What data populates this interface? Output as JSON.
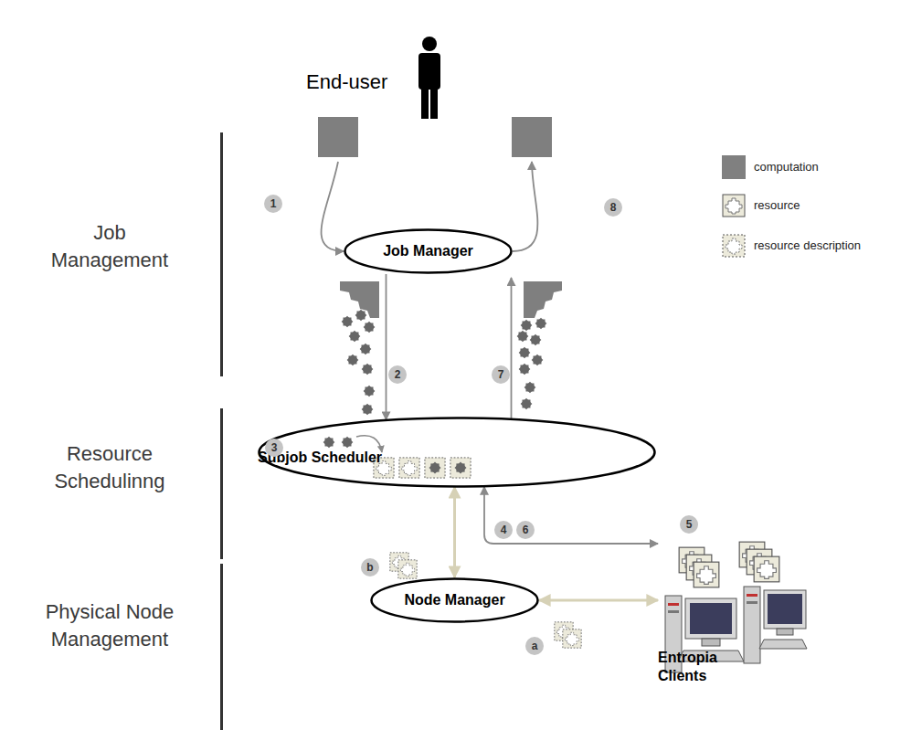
{
  "diagram": {
    "nodes": [
      {
        "text": [
          "End-user"
        ]
      },
      {
        "text": [
          "Job Manager"
        ]
      },
      {
        "text": [
          "Subjob Scheduler"
        ]
      },
      {
        "text": [
          "Node Manager"
        ]
      },
      {
        "text": [
          "Entropia Clients"
        ]
      }
    ],
    "edges": [
      {
        "from": 0,
        "to": 1,
        "arrow": "to",
        "label": "1"
      },
      {
        "from": 1,
        "to": 0,
        "arrow": "to",
        "label": "8"
      },
      {
        "from": 1,
        "to": 2,
        "arrow": "to",
        "label": "2"
      },
      {
        "from": 2,
        "to": 1,
        "arrow": "to",
        "label": "7"
      },
      {
        "from": 2,
        "to": 3,
        "arrow": "both",
        "label": "b"
      },
      {
        "from": 2,
        "to": 4,
        "arrow": "both",
        "label": "4"
      },
      {
        "from": 3,
        "to": 4,
        "arrow": "both",
        "label": "a"
      }
    ],
    "labels": [
      "3",
      "5",
      "6",
      "Job Management",
      "Resource Schedulinng",
      "Physical Node Management"
    ],
    "legend": [
      {
        "text": "computation",
        "color": "#808080"
      },
      {
        "text": "resource"
      },
      {
        "text": "resource description"
      }
    ]
  }
}
